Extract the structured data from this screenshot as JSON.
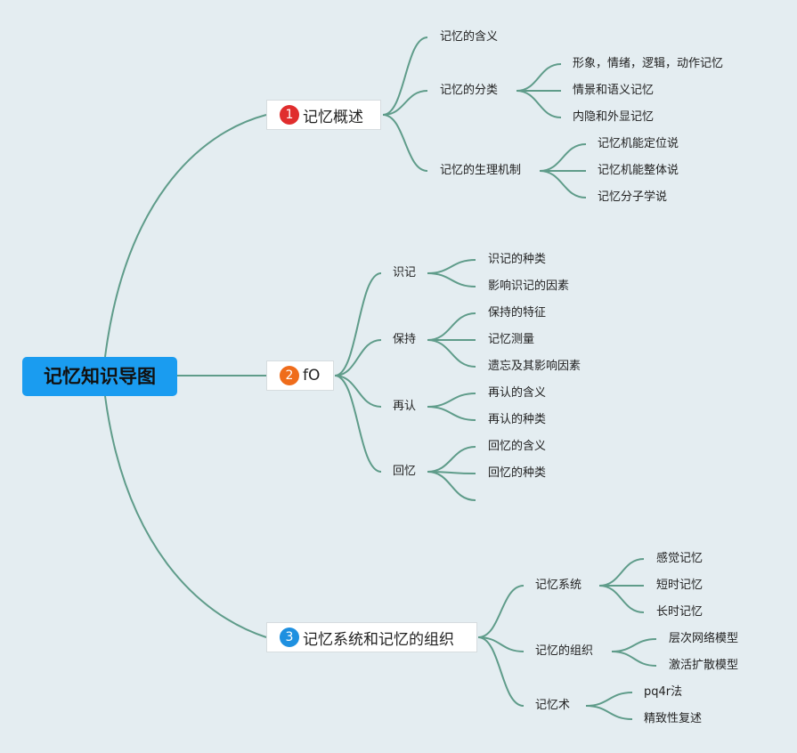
{
  "root": {
    "label": "记忆知识导图",
    "color": "#1a9cf0"
  },
  "branches": [
    {
      "number": "1",
      "number_color": "#e02d2d",
      "label": "记忆概述",
      "children": [
        {
          "label": "记忆的含义",
          "children": []
        },
        {
          "label": "记忆的分类",
          "children": [
            "形象，情绪，逻辑，动作记忆",
            "情景和语义记忆",
            "内隐和外显记忆"
          ]
        },
        {
          "label": "记忆的生理机制",
          "children": [
            "记忆机能定位说",
            "记忆机能整体说",
            "记忆分子学说"
          ]
        }
      ]
    },
    {
      "number": "2",
      "number_color": "#ef6c1b",
      "label": "fO",
      "children": [
        {
          "label": "识记",
          "children": [
            "识记的种类",
            "影响识记的因素"
          ]
        },
        {
          "label": "保持",
          "children": [
            "保持的特征",
            "记忆测量",
            "遗忘及其影响因素"
          ]
        },
        {
          "label": "再认",
          "children": [
            "再认的含义",
            "再认的种类"
          ]
        },
        {
          "label": "回忆",
          "children": [
            "回忆的含义",
            "回忆的种类",
            ""
          ]
        }
      ]
    },
    {
      "number": "3",
      "number_color": "#1e90e0",
      "label": "记忆系统和记忆的组织",
      "children": [
        {
          "label": "记忆系统",
          "children": [
            "感觉记忆",
            "短时记忆",
            "长时记忆"
          ]
        },
        {
          "label": "记忆的组织",
          "children": [
            "层次网络模型",
            "激活扩散模型"
          ]
        },
        {
          "label": "记忆术",
          "children": [
            "pq4r法",
            "精致性复述"
          ]
        }
      ]
    }
  ],
  "line_color": "#5f9c8a",
  "background_color": "#e4edf1"
}
